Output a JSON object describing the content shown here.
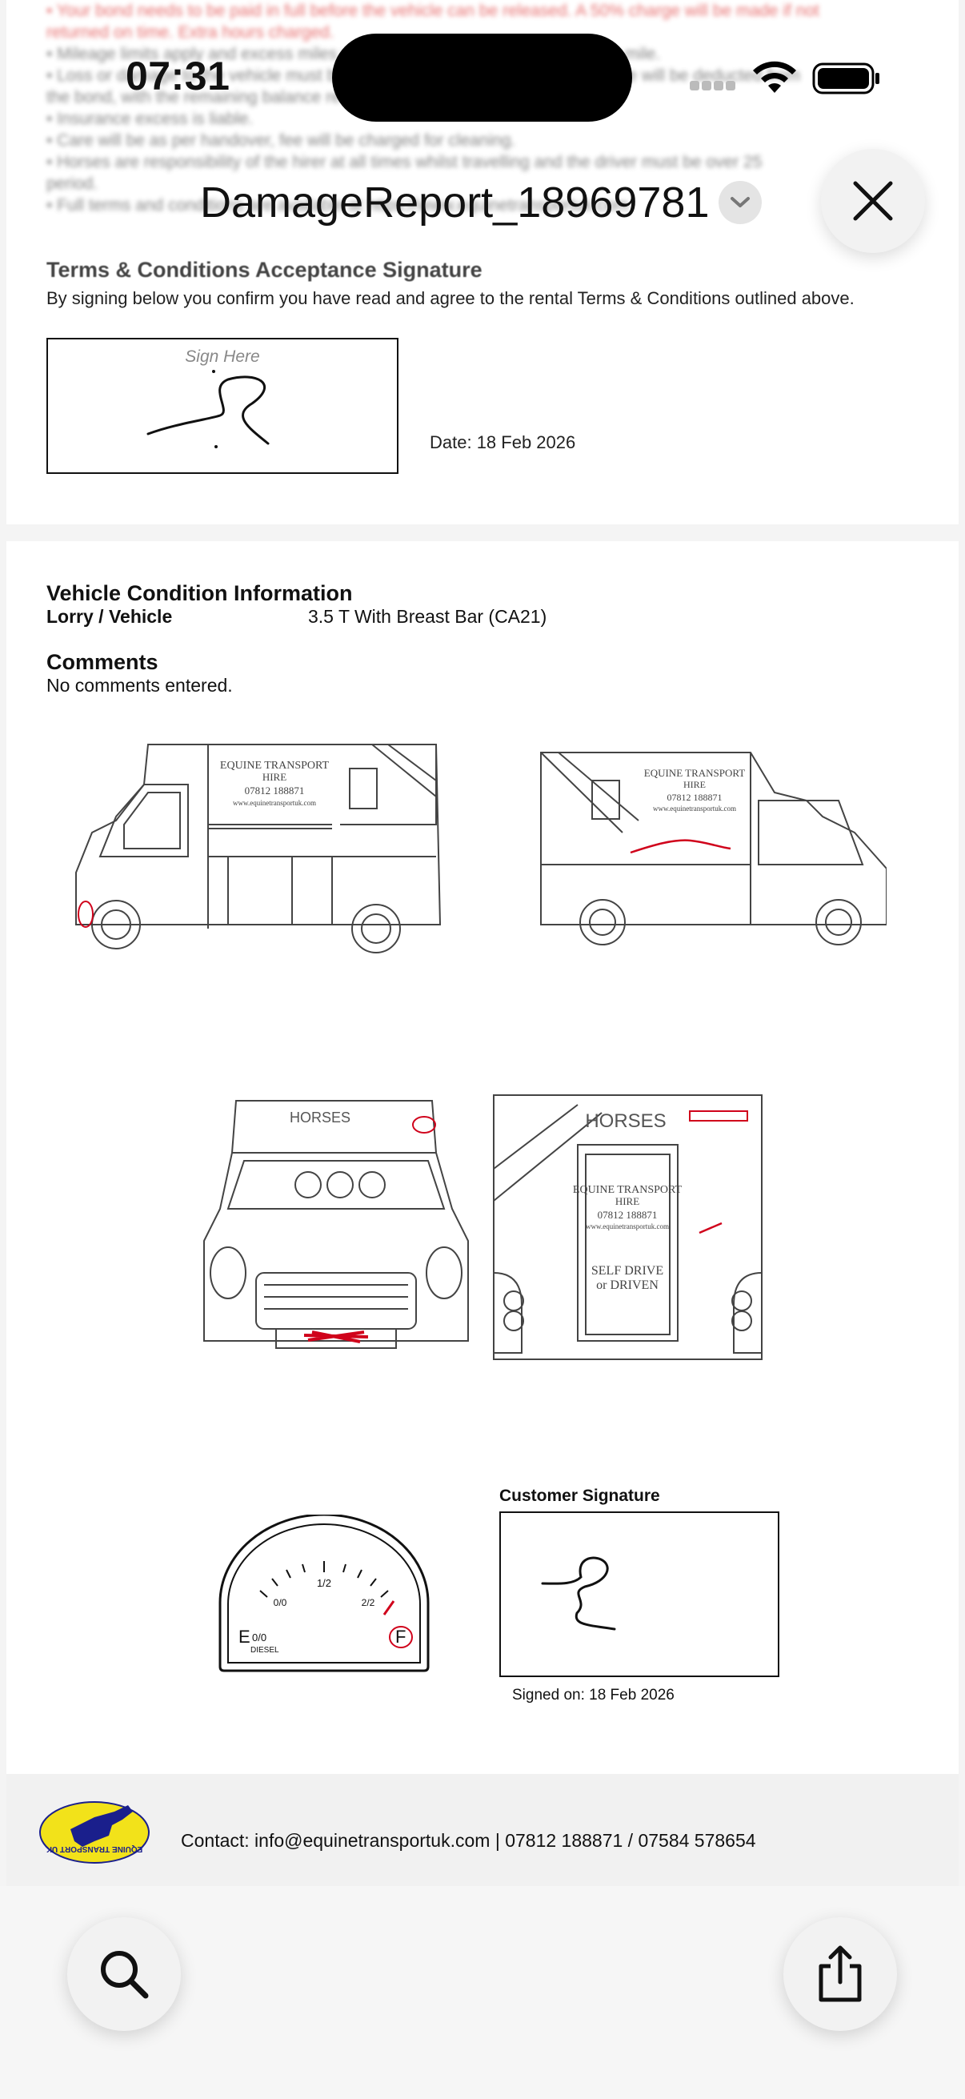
{
  "status_bar": {
    "time": "07:31"
  },
  "document": {
    "title": "DamageReport_18969781"
  },
  "terms": {
    "blurred_lines": [
      "• Your bond needs to be paid in full before the vehicle can be released. A 50% charge will be made if not",
      "  returned on time. Extra hours charged.",
      "• Mileage limits apply and excess miles will be charged at the current rate per mile.",
      "• Loss or damage to the vehicle must be reported immediately and any damage will be deducted from",
      "  the bond, with the remaining balance returned at the end of the rental.",
      "• Insurance excess is liable.",
      "• Care will be as per handover, fee will be charged for cleaning.",
      "• Horses are responsibility of the hirer at all times whilst travelling and the driver must be over 25",
      "  period.",
      "• Full terms and conditions are available at https://www.equinetransportuk.com"
    ],
    "heading": "Terms & Conditions Acceptance Signature",
    "agreement": "By signing below you confirm you have read and agree to the rental Terms & Conditions outlined above.",
    "sign_placeholder": "Sign Here",
    "date": "Date: 18 Feb 2026"
  },
  "vehicle": {
    "heading": "Vehicle Condition Information",
    "label": "Lorry / Vehicle",
    "value": "3.5 T With Breast Bar (CA21)",
    "comments_heading": "Comments",
    "comments": "No comments entered."
  },
  "diagram_text": {
    "company_line1": "EQUINE TRANSPORT",
    "company_line2": "HIRE",
    "phone": "07812 188871",
    "website": "www.equinetransportuk.com",
    "horses": "HORSES",
    "self_drive_1": "SELF DRIVE",
    "self_drive_2": "or DRIVEN",
    "fuel_e": "E",
    "fuel_f": "F",
    "fuel_half": "1/2",
    "fuel_zero": "0/0",
    "fuel_full": "2/2",
    "fuel_zero2": "0/0",
    "fuel_diesel": "DIESEL"
  },
  "signature": {
    "label": "Customer Signature",
    "signed_on": "Signed on: 18 Feb 2026"
  },
  "footer": {
    "logo_text": "EQUINE TRANSPORT UK",
    "contact": "Contact: info@equinetransportuk.com  |  07812 188871 / 07584 578654"
  },
  "colors": {
    "damage_mark": "#d0021b",
    "accent_logo": "#f2e21a",
    "logo_blue": "#1a1f8c"
  }
}
